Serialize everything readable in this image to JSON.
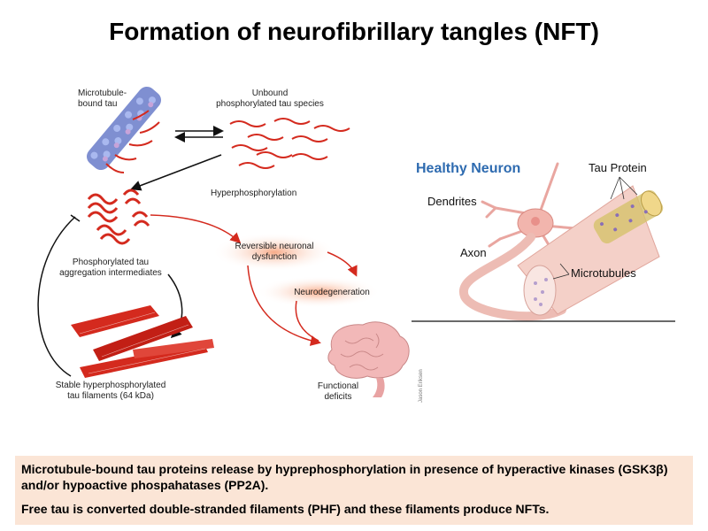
{
  "slide": {
    "title": "Formation of neurofibrillary tangles (NFT)"
  },
  "left_diagram": {
    "microtubule_label_line1": "Microtubule-",
    "microtubule_label_line2": "bound tau",
    "unbound_label_line1": "Unbound",
    "unbound_label_line2": "phosphorylated tau species",
    "hyper_label": "Hyperphosphorylation",
    "aggregation_label_line1": "Phosphorylated tau",
    "aggregation_label_line2": "aggregation intermediates",
    "reversible_label_line1": "Reversible neuronal",
    "reversible_label_line2": "dysfunction",
    "neurodegeneration_label": "Neurodegeneration",
    "filaments_label_line1": "Stable hyperphosphorylated",
    "filaments_label_line2": "tau filaments (64 kDa)",
    "functional_label_line1": "Functional",
    "functional_label_line2": "deficits",
    "artist_credit": "Jason Eriksen"
  },
  "right_diagram": {
    "title": "Healthy Neuron",
    "dendrites_label": "Dendrites",
    "axon_label": "Axon",
    "tau_label": "Tau Protein",
    "microtubules_label": "Microtubules",
    "title_color": "#2e6bb0"
  },
  "caption": {
    "line1": "Microtubule-bound  tau proteins release by hyprephosphorylation in presence of hyperactive kinases (GSK3β) and/or hypoactive phospahatases (PP2A).",
    "line2": "Free tau is converted double-stranded filaments (PHF) and these filaments produce NFTs."
  }
}
